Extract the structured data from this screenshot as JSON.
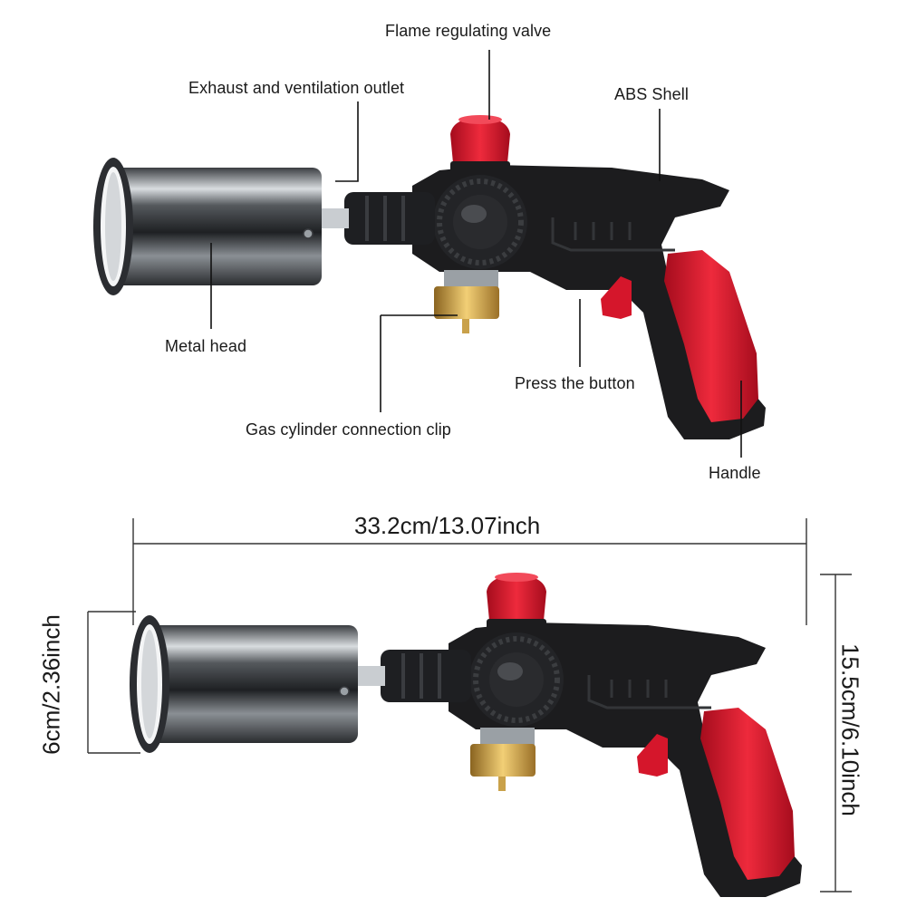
{
  "callouts": {
    "flame_valve": "Flame regulating valve",
    "exhaust": "Exhaust and ventilation outlet",
    "abs_shell": "ABS Shell",
    "metal_head": "Metal head",
    "press_button": "Press the button",
    "gas_clip": "Gas cylinder connection clip",
    "handle": "Handle"
  },
  "dimensions": {
    "length": "33.2cm/13.07inch",
    "height": "15.5cm/6.10inch",
    "diameter": "6cm/2.36inch"
  },
  "colors": {
    "body": "#1c1c1e",
    "accent_red": "#d5162b",
    "brass": "#c79a3a",
    "steel": "#6f7479"
  }
}
